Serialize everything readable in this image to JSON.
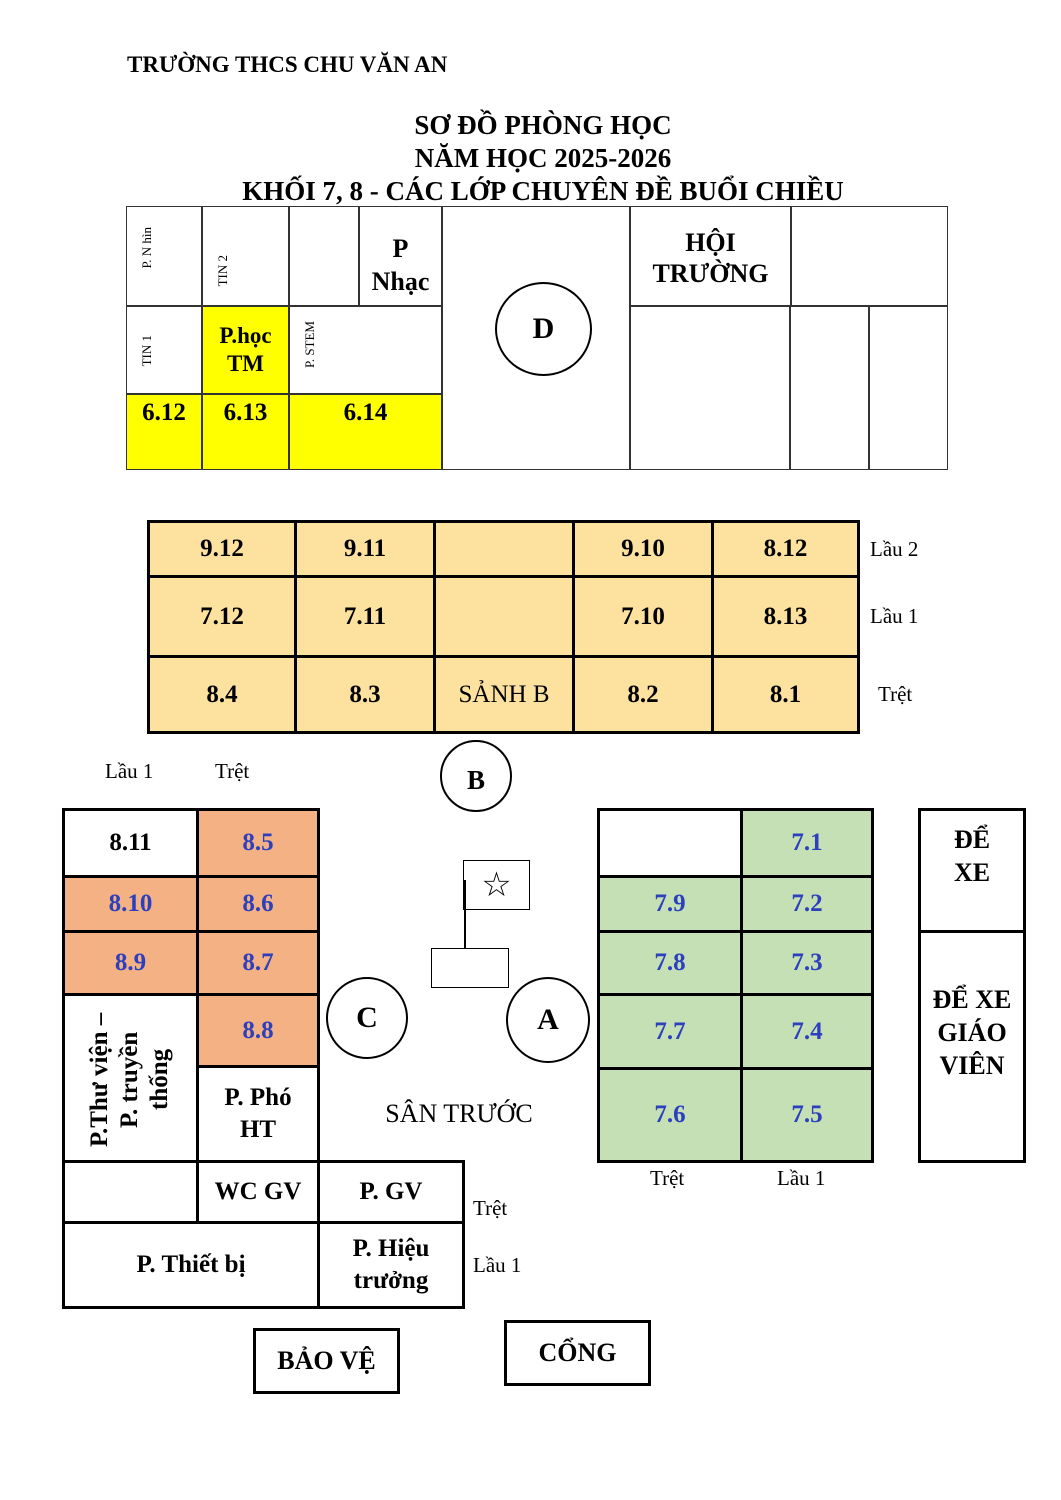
{
  "school_name": "TRƯỜNG THCS CHU VĂN AN",
  "title": {
    "line1": "SƠ ĐỒ PHÒNG HỌC",
    "line2": "NĂM HỌC 2025-2026",
    "line3": "KHỐI 7, 8 -  CÁC LỚP CHUYÊN ĐỀ BUỔI CHIỀU"
  },
  "block_d": {
    "p_nhin": "P.   N hìn",
    "tin2": "TIN 2",
    "p_nhac": "P Nhạc",
    "hoi_truong": "HỘI TRƯỜNG",
    "tin1": "TIN 1",
    "p_hoc_tm": "P.học TM",
    "p_stem": "P. STEM",
    "r612": "6.12",
    "r613": "6.13",
    "r614": "6.14",
    "label": "D"
  },
  "block_b": {
    "rows": [
      {
        "cells": [
          "9.12",
          "9.11",
          "",
          "9.10",
          "8.12"
        ],
        "floor": "Lầu 2"
      },
      {
        "cells": [
          "7.12",
          "7.11",
          "",
          "7.10",
          "8.13"
        ],
        "floor": "Lầu 1"
      },
      {
        "cells": [
          "8.4",
          "8.3",
          "SẢNH B",
          "8.2",
          "8.1"
        ],
        "floor": "Trệt"
      }
    ],
    "label": "B"
  },
  "block_c": {
    "col_lau1": "Lầu 1",
    "col_tret": "Trệt",
    "r811": "8.11",
    "r85": "8.5",
    "r810": "8.10",
    "r86": "8.6",
    "r89": "8.9",
    "r87": "8.7",
    "r88": "8.8",
    "thu_vien": "P.Thư viện – P. truyền thống",
    "pho_ht": "P. Phó HT",
    "wc_gv": "WC GV",
    "p_gv": "P. GV",
    "tret": "Trệt",
    "thiet_bi": "P. Thiết bị",
    "hieu_truong": "P. Hiệu trưởng",
    "lau1": "Lầu 1",
    "label": "C"
  },
  "block_a": {
    "rows": [
      [
        "",
        "7.1"
      ],
      [
        "7.9",
        "7.2"
      ],
      [
        "7.8",
        "7.3"
      ],
      [
        "7.7",
        "7.4"
      ],
      [
        "7.6",
        "7.5"
      ]
    ],
    "col_tret": "Trệt",
    "col_lau1": "Lầu 1",
    "label": "A"
  },
  "center": {
    "san_truoc": "SÂN TRƯỚC",
    "flag_star": "☆",
    "flag_icon": "flagpole-icon"
  },
  "right": {
    "de_xe": "ĐỂ XE",
    "de_xe_gv": "ĐỂ XE GIÁO VIÊN"
  },
  "bottom": {
    "bao_ve": "BẢO VỆ",
    "cong": "CỔNG"
  },
  "colors": {
    "yellow": "#ffff00",
    "peach": "#fde29f",
    "salmon": "#f4b183",
    "green": "#c5e0b4",
    "blue_text": "#2b3fbf"
  }
}
